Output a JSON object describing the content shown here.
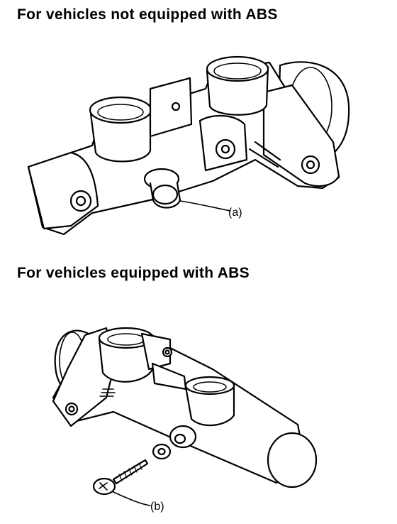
{
  "headings": {
    "no_abs": "For vehicles not equipped with ABS",
    "abs": "For vehicles equipped with ABS"
  },
  "callouts": {
    "a": "(a)",
    "b": "(b)"
  },
  "colors": {
    "ink": "#000000",
    "paper": "#ffffff"
  }
}
